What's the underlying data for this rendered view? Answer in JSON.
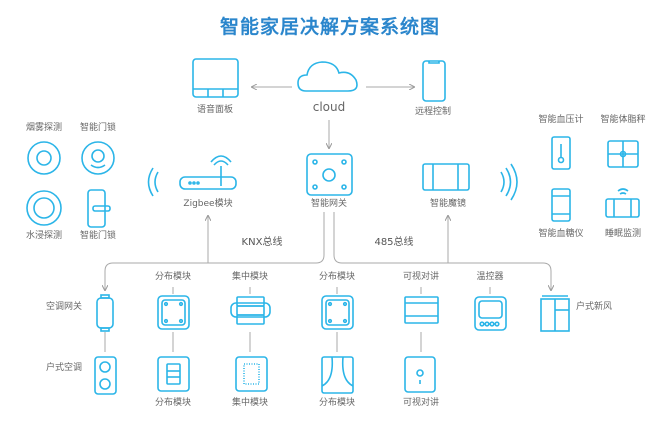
{
  "title": "智能家居决解方案系统图",
  "colors": {
    "accent": "#2bb5e8",
    "title": "#2b86cc",
    "line": "#aaaaaa",
    "text": "#666666"
  },
  "top": {
    "voice_panel": "语音面板",
    "cloud": "cloud",
    "remote_control": "远程控制"
  },
  "center": {
    "gateway": "智能网关",
    "zigbee": "Zigbee模块",
    "mirror": "智能魔镜",
    "knx_bus": "KNX总线",
    "bus_485": "485总线"
  },
  "left_devices": {
    "smoke": "烟雾探测",
    "lock_top": "智能门锁",
    "flood": "水浸探测",
    "lock_bottom": "智能门锁"
  },
  "right_devices": {
    "blood_pressure": "智能血压计",
    "body_fat": "智能体脂秤",
    "blood_sugar": "智能血糖仪",
    "sleep": "睡眠监测"
  },
  "bottom": {
    "ac_gateway": "空调网关",
    "household_ac": "户式空调",
    "fresh_air": "户式新风",
    "row1": [
      "分布模块",
      "集中模块",
      "分布模块",
      "可视对讲",
      "温控器"
    ],
    "row2": [
      "分布模块",
      "集中模块",
      "分布模块",
      "可视对讲"
    ]
  }
}
